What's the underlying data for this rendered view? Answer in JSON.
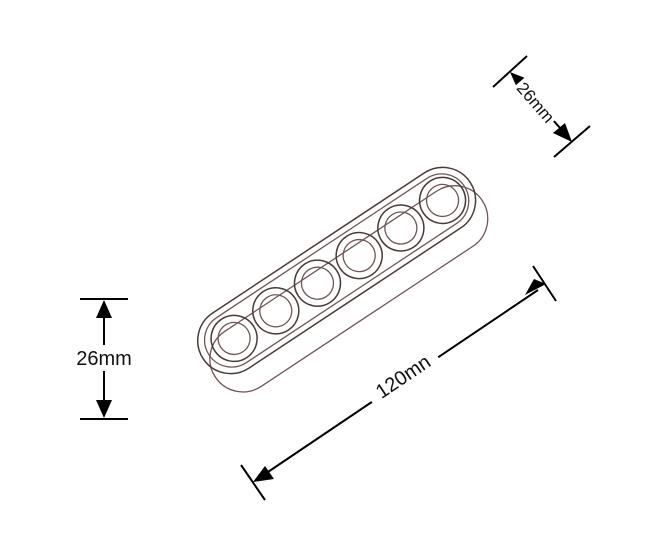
{
  "dimensions": {
    "height_label": "26mm",
    "depth_label": "26mm",
    "length_label": "120mn"
  },
  "product": {
    "hole_count": 6
  },
  "colors": {
    "outline": "#6e5656",
    "dimension_lines": "#000000",
    "background": "#ffffff"
  }
}
